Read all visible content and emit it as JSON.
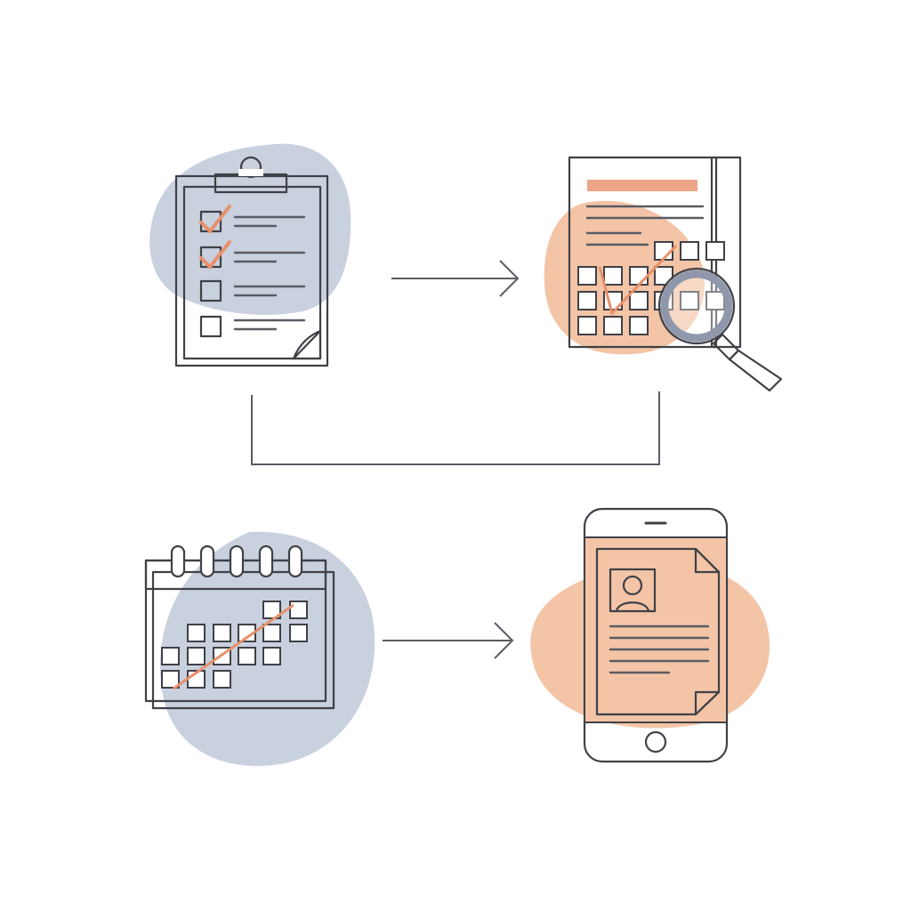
{
  "colors": {
    "background": "#ffffff",
    "outline": "#3f4147",
    "accent_peach": "#f3c4a6",
    "accent_orange": "#e8906a",
    "accent_blue": "#c9d0de",
    "slate": "#8f97ab",
    "paper": "#f4f4f4"
  },
  "steps": [
    {
      "icon": "clipboard-checklist-icon",
      "checked_items": 2,
      "total_items": 4
    },
    {
      "icon": "report-magnifier-icon"
    },
    {
      "icon": "calendar-schedule-icon"
    },
    {
      "icon": "mobile-profile-icon"
    }
  ],
  "connectors": [
    {
      "from": "clipboard-checklist-icon",
      "to": "report-magnifier-icon",
      "style": "arrow"
    },
    {
      "from": "clipboard-checklist-icon",
      "to": "report-magnifier-icon",
      "style": "bracket-line"
    },
    {
      "from": "calendar-schedule-icon",
      "to": "mobile-profile-icon",
      "style": "arrow"
    }
  ]
}
